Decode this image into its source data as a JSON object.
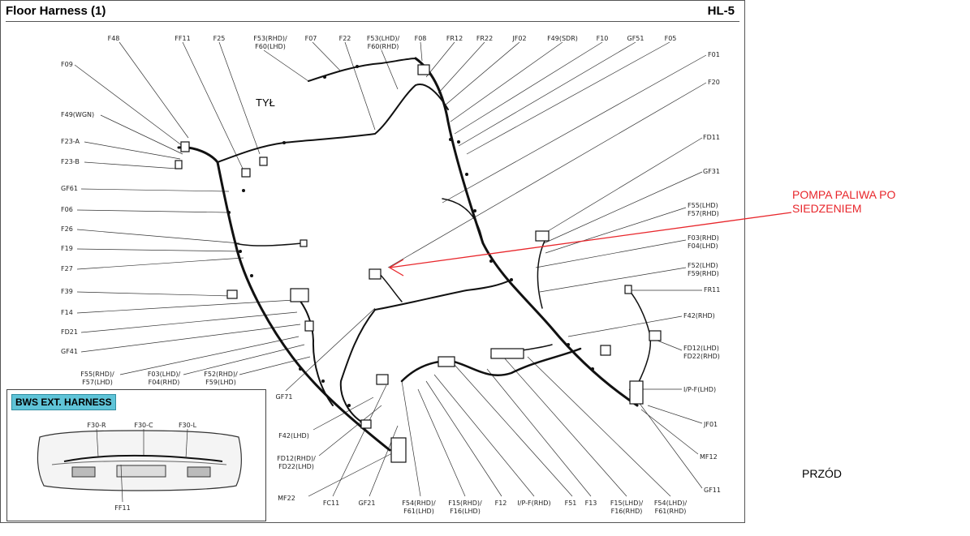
{
  "header": {
    "title": "Floor Harness (1)",
    "code": "HL-5"
  },
  "orientation": {
    "rear": "TYŁ",
    "front": "PRZÓD"
  },
  "annotation": {
    "note_line1": "POMPA PALIWA PO",
    "note_line2": "SIEDZENIEM",
    "color": "#e8262b"
  },
  "top_labels": {
    "f48": "F48",
    "ff11": "FF11",
    "f25": "F25",
    "f53_rhd_1": "F53(RHD)/",
    "f53_rhd_2": "F60(LHD)",
    "f07": "F07",
    "f22": "F22",
    "f53_lhd_1": "F53(LHD)/",
    "f53_lhd_2": "F60(RHD)",
    "f08": "F08",
    "fr12": "FR12",
    "fr22": "FR22",
    "jf02": "JF02",
    "f49sdr": "F49(SDR)",
    "f10": "F10",
    "gf51": "GF51",
    "f05": "F05"
  },
  "left_labels": {
    "f09": "F09",
    "f49wgn": "F49(WGN)",
    "f23a": "F23-A",
    "f23b": "F23-B",
    "gf61": "GF61",
    "f06": "F06",
    "f26": "F26",
    "f19": "F19",
    "f27": "F27",
    "f39": "F39",
    "f14": "F14",
    "fd21": "FD21",
    "gf41": "GF41"
  },
  "right_labels": {
    "f01": "F01",
    "f20": "F20",
    "fd11": "FD11",
    "gf31": "GF31",
    "f55_1": "F55(LHD)",
    "f55_2": "F57(RHD)",
    "f03_1": "F03(RHD)",
    "f03_2": "F04(LHD)",
    "f52_1": "F52(LHD)",
    "f52_2": "F59(RHD)",
    "fr11": "FR11",
    "f42rhd": "F42(RHD)",
    "fd12_1": "FD12(LHD)",
    "fd12_2": "FD22(RHD)",
    "ipf_lhd": "I/P-F(LHD)",
    "jf01": "JF01",
    "mf12": "MF12",
    "gf11": "GF11"
  },
  "mid_labels": {
    "f55rhd_1": "F55(RHD)/",
    "f55rhd_2": "F57(LHD)",
    "f03lhd_1": "F03(LHD)/",
    "f03lhd_2": "F04(RHD)",
    "f52rhd_1": "F52(RHD)/",
    "f52rhd_2": "F59(LHD)",
    "gf71": "GF71",
    "f42lhd": "F42(LHD)",
    "fd12rhd_1": "FD12(RHD)/",
    "fd12rhd_2": "FD22(LHD)",
    "mf22": "MF22"
  },
  "bottom_labels": {
    "fc11": "FC11",
    "gf21": "GF21",
    "f54rhd_1": "F54(RHD)/",
    "f54rhd_2": "F61(LHD)",
    "f15rhd_1": "F15(RHD)/",
    "f15rhd_2": "F16(LHD)",
    "f12": "F12",
    "ipf_rhd": "I/P-F(RHD)",
    "f51": "F51",
    "f13": "F13",
    "f15lhd_1": "F15(LHD)/",
    "f15lhd_2": "F16(RHD)",
    "f54lhd_1": "F54(LHD)/",
    "f54lhd_2": "F61(RHD)"
  },
  "bws": {
    "title": "BWS EXT. HARNESS",
    "f30r": "F30-R",
    "f30c": "F30-C",
    "f30l": "F30-L",
    "ff11": "FF11"
  }
}
